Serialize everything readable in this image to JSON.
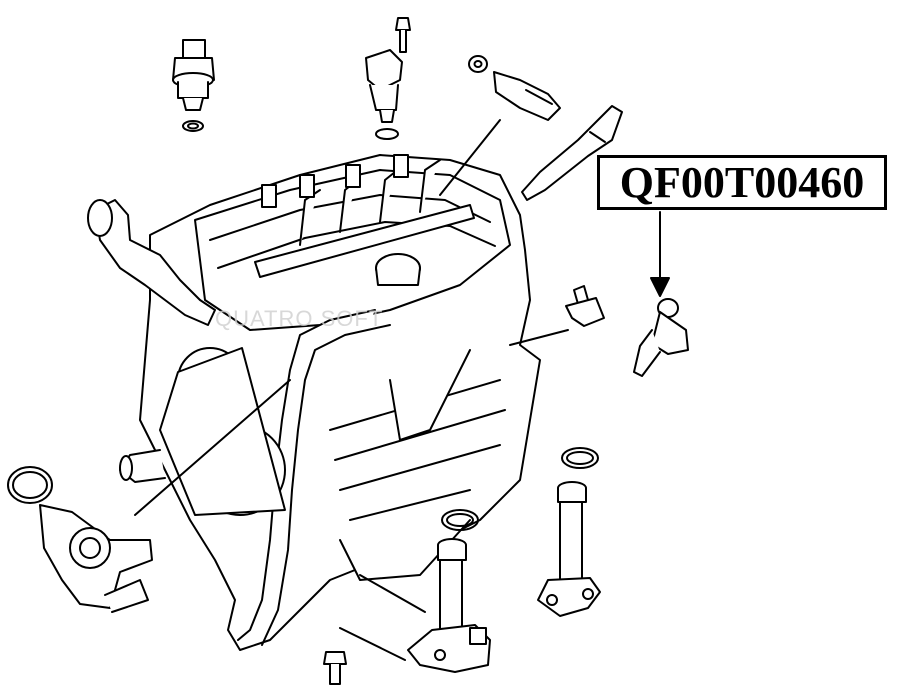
{
  "diagram": {
    "part_number": "QF00T00460",
    "watermark": "QUATRO SOFT"
  },
  "colors": {
    "line": "#000000",
    "background": "#ffffff",
    "watermark": "#cfcfcf"
  },
  "components": [
    "oil-pressure-switch",
    "camshaft-position-sensor",
    "coolant-temperature-sensor",
    "glow-plug",
    "highlighted-sensor",
    "crankshaft-sensor-right",
    "crankshaft-sensor-left",
    "oil-level-sensor-front",
    "oil-level-sensor-rear",
    "engine-block"
  ]
}
